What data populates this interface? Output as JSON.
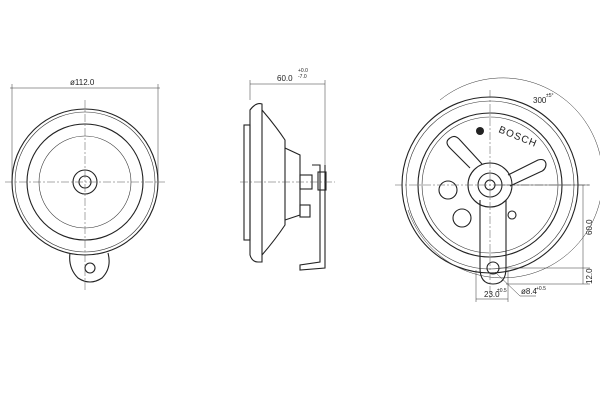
{
  "front_view": {
    "diameter_label": "ø112.0"
  },
  "side_view": {
    "depth_label": "60.0",
    "tol_upper": "+0.0",
    "tol_lower": "-7.0"
  },
  "rear_view": {
    "brand": "BOSCH",
    "angle_label": "300",
    "angle_tol": "±5°",
    "height_label": "60.0",
    "hole_offset_label": "12.0",
    "width_label": "23.0",
    "width_tol": "±0.5",
    "hole_diameter_label": "ø8.4",
    "hole_tol": "+0.5"
  }
}
